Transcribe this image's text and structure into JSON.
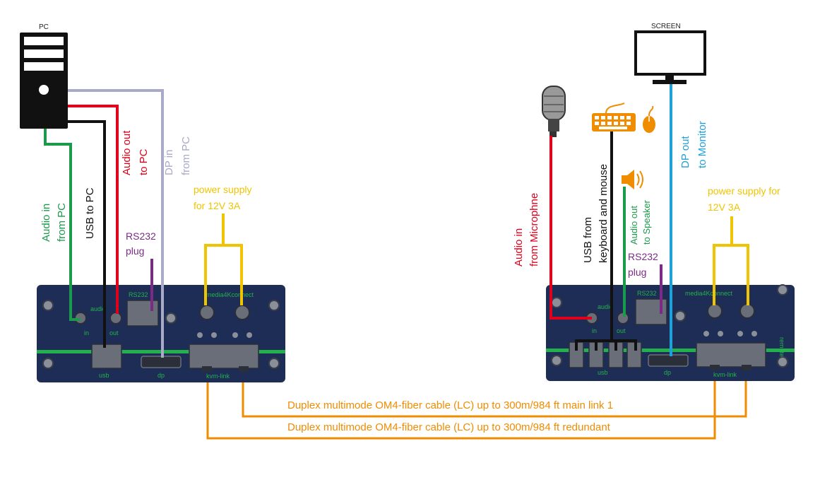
{
  "colors": {
    "device_body": "#1e2d55",
    "device_accent": "#22b14c",
    "audio_in_left": "#1a9a4a",
    "audio_out_left": "#e0001b",
    "usb": "#111111",
    "dp_left": "#a9a9c8",
    "rs232": "#7b2b86",
    "power": "#f0c400",
    "fiber": "#f08c00",
    "dp_right": "#1ea0d8",
    "speaker_line": "#1a9a4a",
    "keyboard_icon": "#f08c00"
  },
  "left": {
    "pc_label": "PC",
    "audio_in": [
      "Audio in",
      "from PC"
    ],
    "usb": "USB to PC",
    "audio_out": [
      "Audio out",
      "to PC"
    ],
    "dp_in": [
      "DP in",
      "from PC"
    ],
    "rs232": [
      "RS232",
      "plug"
    ],
    "power": [
      "power supply",
      "for 12V 3A"
    ],
    "device": {
      "brand": "media4Kconnect",
      "rs232_port": "RS232",
      "audio": "audio",
      "in": "in",
      "out": "out",
      "usb": "usb",
      "dp": "dp",
      "kvm_link": "kvm-link"
    }
  },
  "right": {
    "screen_label": "SCREEN",
    "audio_in": [
      "Audio in",
      "from Microphne"
    ],
    "usb": [
      "USB from",
      "keyboard and mouse"
    ],
    "audio_out": [
      "Audio out",
      "to Speaker"
    ],
    "dp_out": [
      "DP out",
      "to Monitor"
    ],
    "rs232": [
      "RS232",
      "plug"
    ],
    "power": [
      "power supply for",
      "12V 3A"
    ],
    "device": {
      "brand": "media4Kconnect",
      "rs232_port": "RS232",
      "audio": "audio",
      "in": "in",
      "out": "out",
      "usb": "usb",
      "dp": "dp",
      "kvm_link": "kvm-link",
      "remote": "remote"
    }
  },
  "fiber": {
    "main": "Duplex multimode OM4-fiber cable (LC) up to 300m/984 ft main link 1",
    "redundant": "Duplex multimode OM4-fiber cable (LC) up to 300m/984 ft redundant"
  }
}
